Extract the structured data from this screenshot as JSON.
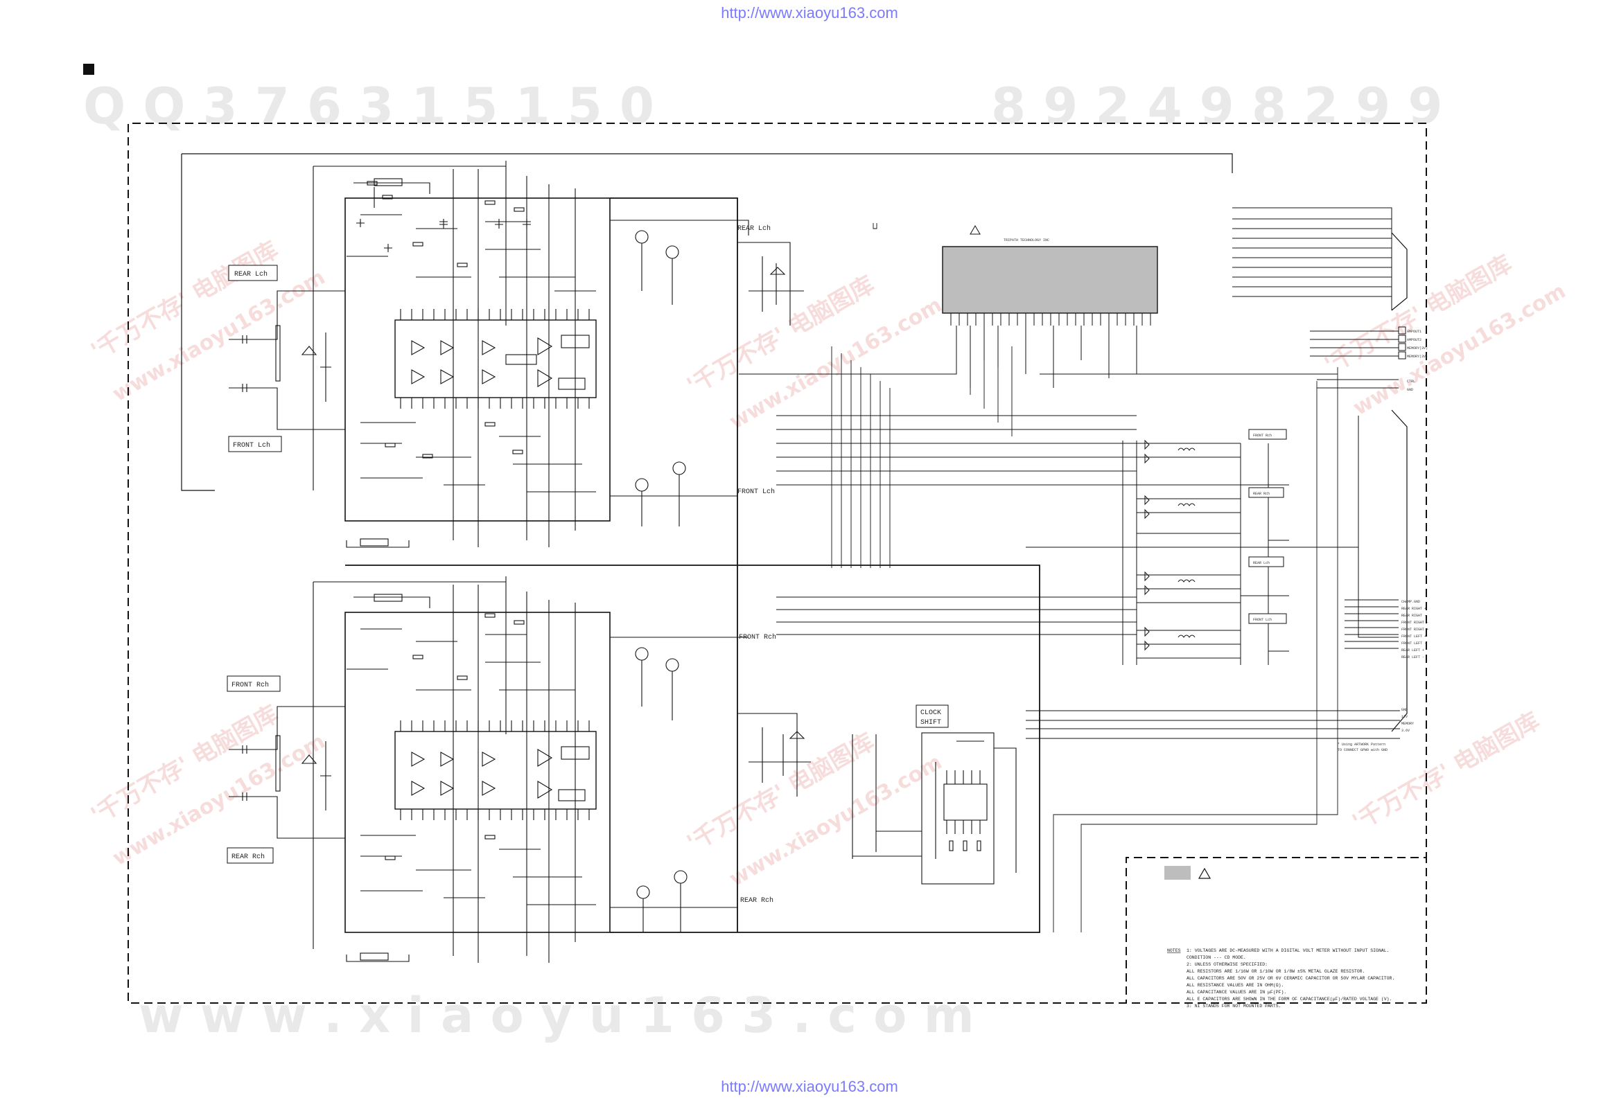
{
  "header": {
    "url_top": "http://www.xiaoyu163.com"
  },
  "footer": {
    "url_bottom": "http://www.xiaoyu163.com"
  },
  "watermarks": {
    "digits_top": "Q Q 3 7 6 3 1 5 1 5 0",
    "digits_top_right": "8 9 2 4 9 8 2 9 9",
    "brand_cn": "'千万不存' 电脑图库",
    "brand_site": "www.xiaoyu163.com",
    "bottom_letters": "w w w . x i a o y u 1 6 3 . c o m"
  },
  "channel_labels": {
    "rear_lch_left": "REAR Lch",
    "front_lch_left": "FRONT Lch",
    "front_rch_left": "FRONT Rch",
    "rear_rch_left": "REAR Rch",
    "rear_lch_mid": "REAR Lch",
    "front_lch_mid": "FRONT Lch",
    "front_rch_mid": "FRONT Rch",
    "rear_rch_mid": "REAR Rch",
    "front_rch_right": "FRONT Rch",
    "rear_rch_right": "REAR Rch",
    "rear_lch_right": "REAR Lch",
    "front_lch_right": "FRONT Lch"
  },
  "clock_shift": {
    "line1": "CLOCK",
    "line2": "SHIFT"
  },
  "ic_header": {
    "title": "TRIPATH TECHNOLOGY INC"
  },
  "connector_top_right": {
    "pins": [
      "AMPOUT1",
      "AMPOUT2",
      "MEMORY(3V)",
      "MEMORY(3V)",
      "CTRL",
      "GND"
    ]
  },
  "connector_right": {
    "pins": [
      "CHAMP.GND",
      "REAR RIGHT +",
      "REAR RIGHT -",
      "FRONT RIGHT -",
      "FRONT RIGHT +",
      "FRONT LEFT +",
      "FRONT LEFT -",
      "REAR LEFT +",
      "REAR LEFT -"
    ]
  },
  "connector_right_lower": {
    "pins": [
      "GND",
      "12V",
      "MEMORY",
      "3.6V"
    ]
  },
  "notes": {
    "label": "NOTES",
    "lines": [
      "1: VOLTAGES ARE DC-MEASURED WITH A DIGITAL VOLT METER WITHOUT INPUT SIGNAL.",
      "   CONDITION --- CD MODE.",
      "2: UNLESS OTHERWISE SPECIFIED:",
      "   ALL RESISTORS ARE 1/16W OR 1/10W OR 1/8W ±5% METAL GLAZE RESISTOR.",
      "   ALL CAPACITORS ARE 50V OR 25V OR 6V CERAMIC CAPACITOR OR 50V MYLAR CAPACITOR.",
      "   ALL RESISTANCE VALUES ARE IN OHM(Ω).",
      "   ALL CAPACITANCE VALUES ARE IN μF(PF).",
      "   ALL E CAPACITORS ARE SHOWN IN THE FORM OF CAPACITANCE(μF)/RATED VOLTAGE (V).",
      "3: NI STANDS FOR NOT MOUNTED PARTS."
    ]
  },
  "artwork_note": {
    "line1": "* Using ARTWORK Pattern",
    "line2": "  TO CONNECT GPWO with GND"
  },
  "colors": {
    "line": "#111111",
    "watermark": "#d8d8d8",
    "url": "#7a7aff"
  }
}
